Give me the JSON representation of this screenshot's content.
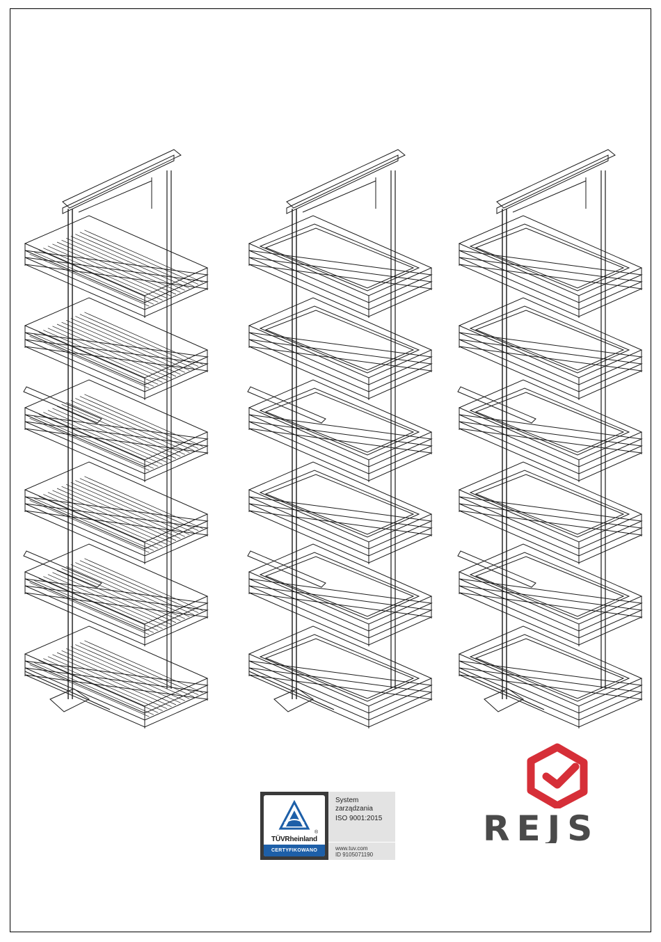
{
  "document": {
    "illustrations": [
      {
        "name": "pantry-unit-wire-baskets",
        "shelves": 6
      },
      {
        "name": "pantry-unit-solid-bottom-trays",
        "shelves": 6
      },
      {
        "name": "pantry-unit-solid-bottom-trays-alt",
        "shelves": 6
      }
    ]
  },
  "certificate": {
    "brand": "TÜVRheinland",
    "registered_mark": "®",
    "band_text": "CERTYFIKOWANO",
    "line1": "System",
    "line2": "zarządzania",
    "line3": "ISO 9001:2015",
    "url": "www.tuv.com",
    "id": "ID 9105071190",
    "colors": {
      "dark": "#3a3a3a",
      "blue": "#1d5fa8",
      "panel": "#e3e3e3"
    }
  },
  "logo": {
    "wordmark": "REJS",
    "colors": {
      "mark": "#d62f38",
      "text": "#4a4a4a"
    }
  }
}
